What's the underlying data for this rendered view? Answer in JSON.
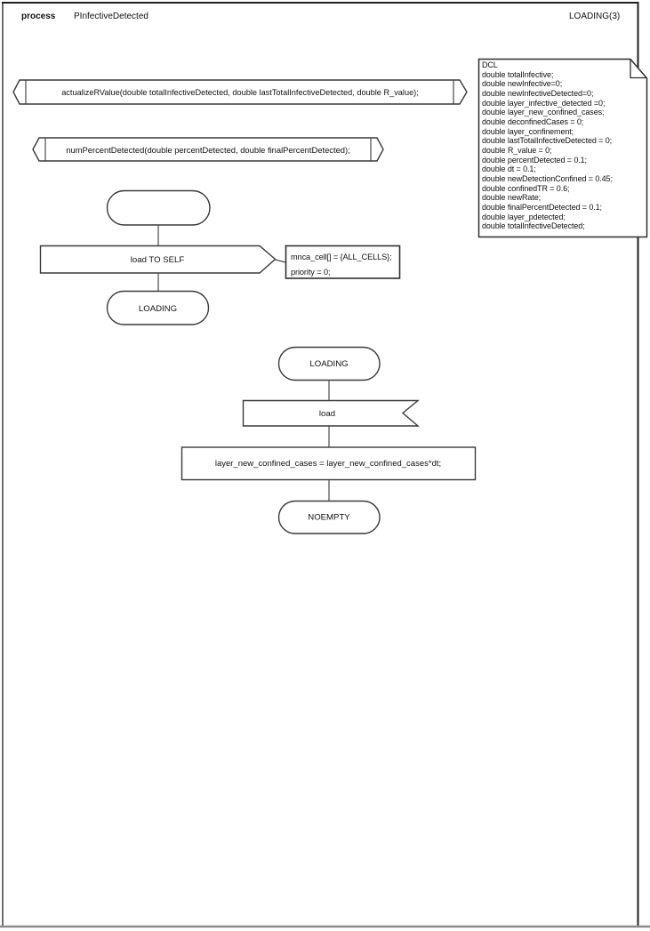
{
  "header": {
    "kind": "process",
    "name": "PInfectiveDetected",
    "page": "LOADING(3)"
  },
  "declarations": {
    "text": "DCL\ndouble totalInfective;\ndouble newInfective=0;\ndouble newInfectiveDetected=0;\ndouble layer_infective_detected =0;\ndouble layer_new_confined_cases;\ndouble deconfinedCases = 0;\ndouble layer_confinement;\ndouble lastTotalInfectiveDetected = 0;\ndouble R_value = 0;\ndouble percentDetected = 0.1;\ndouble dt = 0.1;\ndouble newDetectionConfined = 0.45;\ndouble confinedTR = 0.6;\ndouble newRate;\ndouble finalPercentDetected = 0.1;\ndouble layer_pdetected;\ndouble totalInfectiveDetected;"
  },
  "procedures": [
    {
      "signature": "actualizeRValue(double totalInfectiveDetected, double lastTotalInfectiveDetected, double R_value);"
    },
    {
      "signature": "numPercentDetected(double percentDetected, double finalPercentDetected);"
    }
  ],
  "start_flow": {
    "output_label": "load TO SELF",
    "comment_text": "mnca_cell[] = {ALL_CELLS};\npriority = 0;",
    "next_state": "LOADING"
  },
  "loading_flow": {
    "state": "LOADING",
    "input_label": "load",
    "task": "layer_new_confined_cases = layer_new_confined_cases*dt;",
    "next_state": "NOEMPTY"
  },
  "colors": {
    "stroke": "#3a3a3a",
    "frame_dark": "#1f1f1f",
    "frame_gray": "#8a8a8a"
  }
}
